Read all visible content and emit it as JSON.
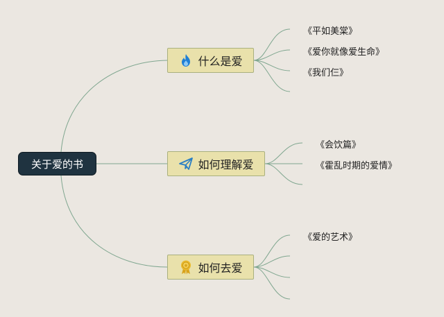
{
  "mindmap": {
    "root": {
      "label": "关于爱的书"
    },
    "branches": [
      {
        "label": "什么是爱",
        "icon": "flame-icon",
        "leaves": [
          "《平如美棠》",
          "《爱你就像爱生命》",
          "《我们仨》",
          ""
        ]
      },
      {
        "label": "如何理解爱",
        "icon": "paper-plane-icon",
        "leaves": [
          "《会饮篇》",
          "《霍乱时期的爱情》",
          ""
        ]
      },
      {
        "label": "如何去爱",
        "icon": "award-medal-icon",
        "leaves": [
          "《爱的艺术》",
          "",
          "",
          ""
        ]
      }
    ]
  },
  "colors": {
    "background": "#ebe7e1",
    "root_fill": "#1f3340",
    "branch_fill": "#e9e1ab",
    "branch_border": "#a9b07e",
    "connector": "#7fa68f",
    "flame": "#1f7fd6",
    "plane": "#2a7fc4",
    "medal": "#e9b92a"
  }
}
